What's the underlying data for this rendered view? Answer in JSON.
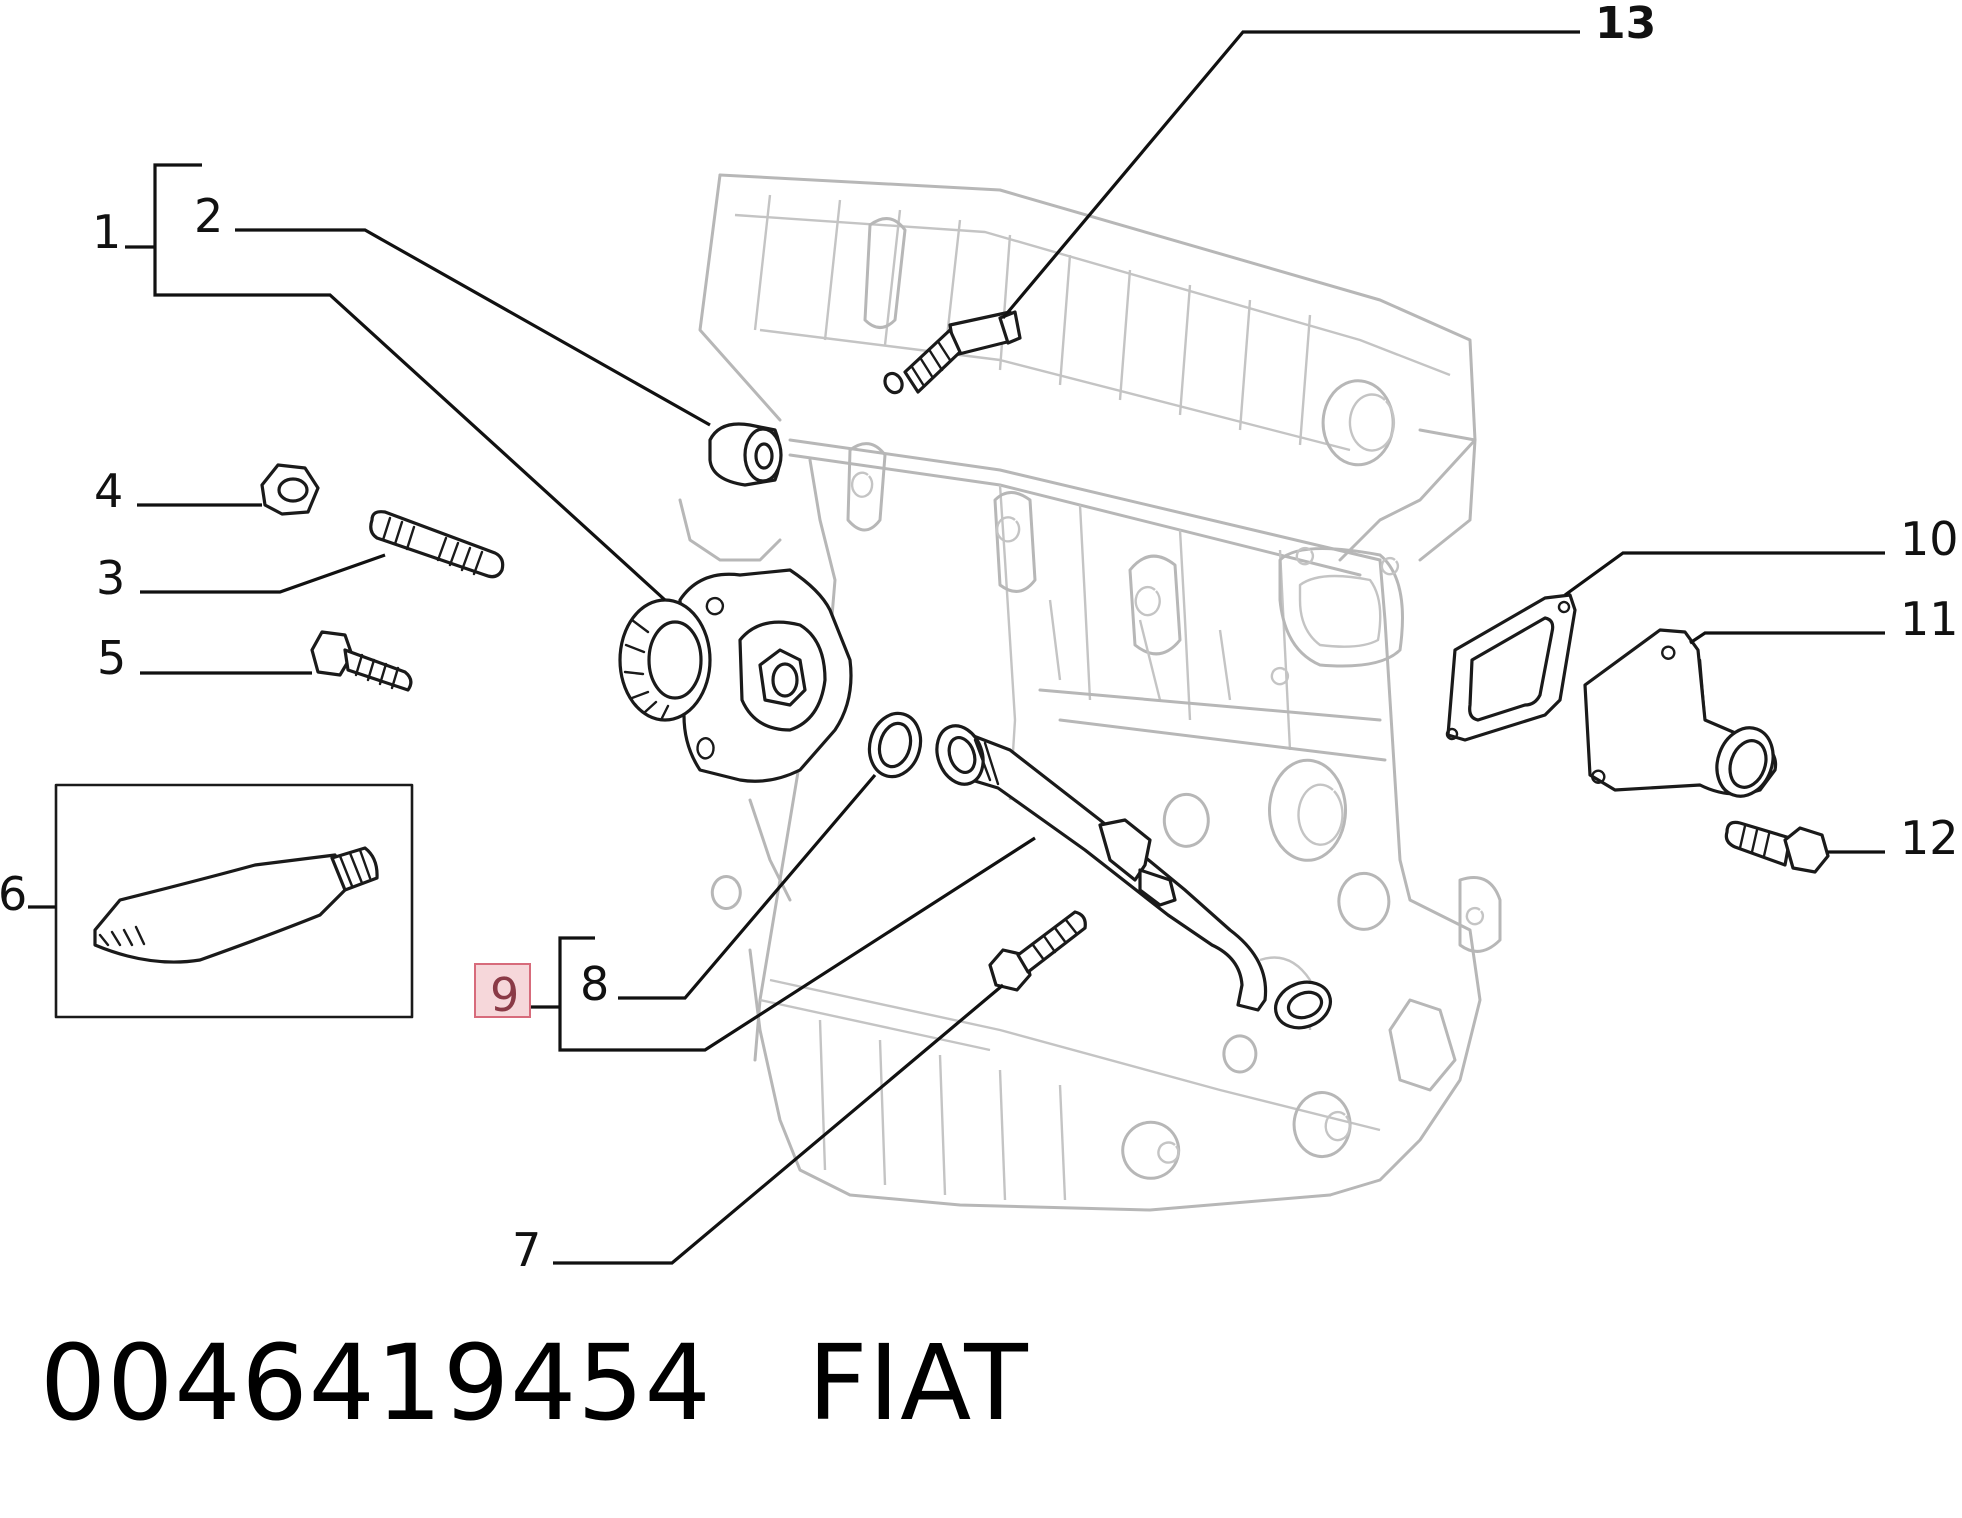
{
  "callouts": {
    "c1": "1",
    "c2": "2",
    "c3": "3",
    "c4": "4",
    "c5": "5",
    "c6": "6",
    "c7": "7",
    "c8": "8",
    "c9": "9",
    "c10": "10",
    "c11": "11",
    "c12": "12",
    "c13": "13"
  },
  "highlighted_callout": "9",
  "highlight_color": "#f6d7da",
  "highlight_border": "#d76b7b",
  "footer": {
    "part_number": "0046419454",
    "brand": "FIAT"
  }
}
